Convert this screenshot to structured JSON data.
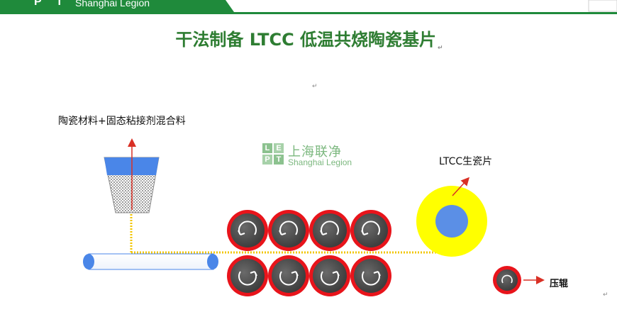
{
  "header": {
    "brand": "Shanghai Legion",
    "logo_letters": "P T"
  },
  "title": "干法制备 LTCC 低温共烧陶瓷基片",
  "labels": {
    "material": "陶瓷材料+固态粘接剂混合料",
    "green_sheet": "LTCC生瓷片",
    "press_roller": "压辊"
  },
  "watermark": {
    "letters": [
      "L",
      "E",
      "P",
      "T"
    ],
    "cn": "上海联净",
    "en": "Shanghai Legion"
  },
  "paragraph_mark": "↵",
  "colors": {
    "title": "#2e7d32",
    "brand_green": "#1f8a3b",
    "roller_ring": "#e8141b",
    "roller_body": "#4d4d4d",
    "hopper_top": "#4a86e8",
    "belt": "#4a86e8",
    "sheet_ring": "#ffff00",
    "sheet_core": "#5b8fe6",
    "feed_line": "#f2c600",
    "arrow": "#d93025"
  }
}
